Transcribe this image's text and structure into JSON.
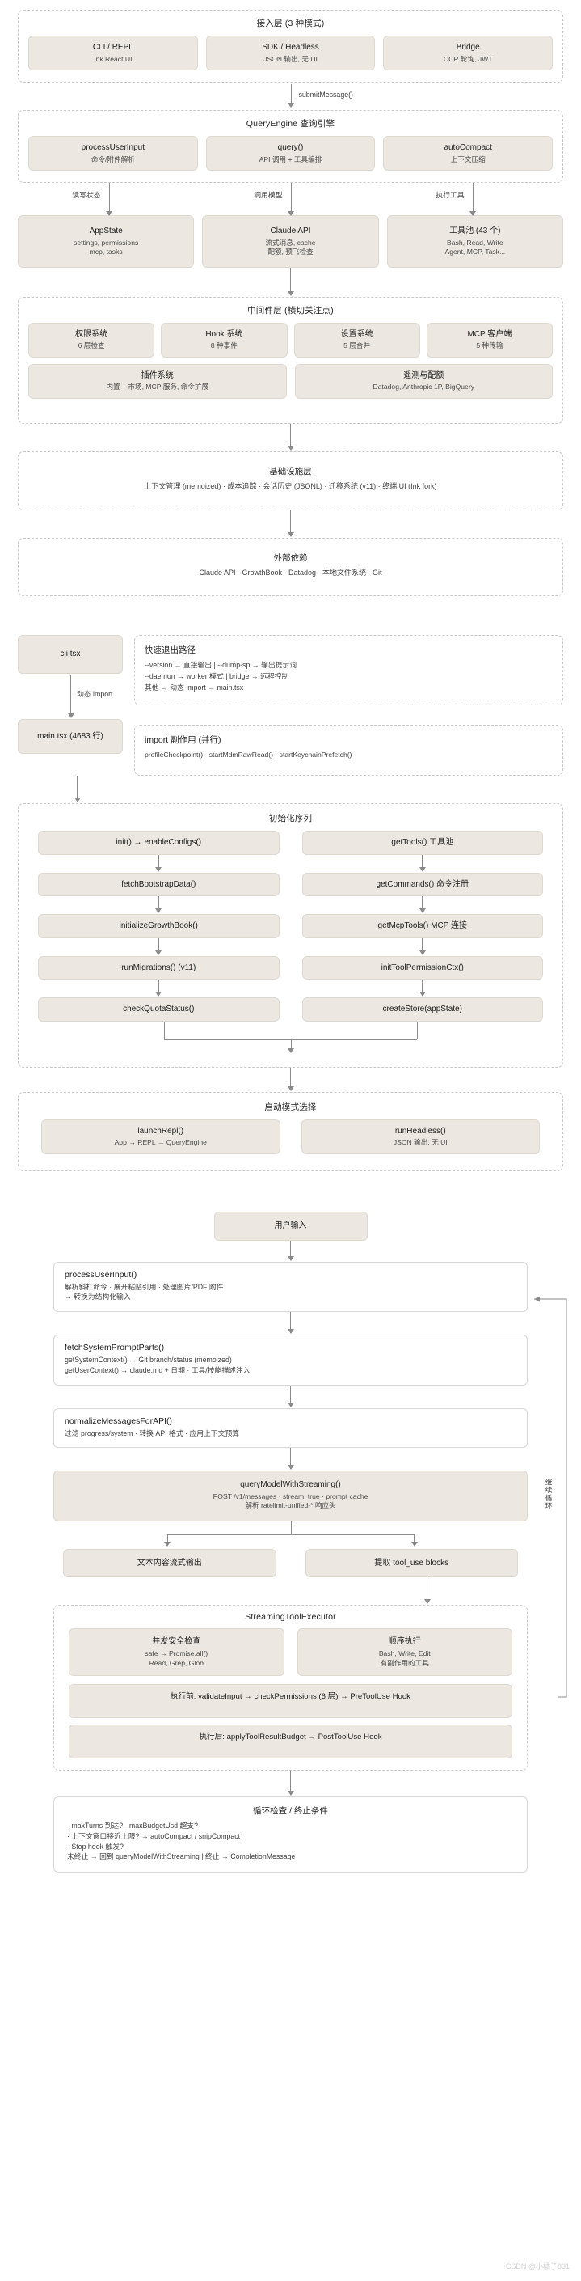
{
  "diagram1": {
    "access_layer": {
      "title": "接入层 (3 种模式)",
      "nodes": [
        {
          "title": "CLI / REPL",
          "sub": "Ink React UI"
        },
        {
          "title": "SDK / Headless",
          "sub": "JSON 输出, 无 UI"
        },
        {
          "title": "Bridge",
          "sub": "CCR 轮询, JWT"
        }
      ]
    },
    "arrow_submit": "submitMessage()",
    "query_engine": {
      "title": "QueryEngine 查询引擎",
      "nodes": [
        {
          "title": "processUserInput",
          "sub": "命令/附件解析"
        },
        {
          "title": "query()",
          "sub": "API 调用 + 工具编排"
        },
        {
          "title": "autoCompact",
          "sub": "上下文压缩"
        }
      ]
    },
    "arrow_labels": [
      "读写状态",
      "调用模型",
      "执行工具"
    ],
    "core_nodes": [
      {
        "title": "AppState",
        "sub": "settings, permissions\nmcp, tasks"
      },
      {
        "title": "Claude API",
        "sub": "流式消息, cache\n配额, 预飞检查"
      },
      {
        "title": "工具池 (43 个)",
        "sub": "Bash, Read, Write\nAgent, MCP, Task..."
      }
    ],
    "middleware": {
      "title": "中间件层 (横切关注点)",
      "row1": [
        {
          "title": "权限系统",
          "sub": "6 层检查"
        },
        {
          "title": "Hook 系统",
          "sub": "8 种事件"
        },
        {
          "title": "设置系统",
          "sub": "5 层合并"
        },
        {
          "title": "MCP 客户端",
          "sub": "5 种传输"
        }
      ],
      "row2": [
        {
          "title": "插件系统",
          "sub": "内置 + 市场, MCP 服务, 命令扩展"
        },
        {
          "title": "遥测与配额",
          "sub": "Datadog, Anthropic 1P, BigQuery"
        }
      ]
    },
    "infra": {
      "title": "基础设施层",
      "sub": "上下文管理 (memoized) · 成本追踪 · 会话历史 (JSONL) · 迁移系统 (v11) · 终端 UI (Ink fork)"
    },
    "external": {
      "title": "外部依赖",
      "sub": "Claude API · GrowthBook · Datadog · 本地文件系统 · Git"
    }
  },
  "diagram2": {
    "cli_node": "cli.tsx",
    "fastpath": {
      "title": "快速退出路径",
      "lines": [
        "--version → 直接输出 | --dump-sp → 输出提示词",
        "--daemon → worker 模式 | bridge → 远程控制",
        "其他 → 动态 import → main.tsx"
      ]
    },
    "dynamic_import_label": "动态 import",
    "main_node": "main.tsx (4683 行)",
    "import_side": {
      "title": "import 副作用 (并行)",
      "lines": [
        "profileCheckpoint() · startMdmRawRead() · startKeychainPrefetch()"
      ]
    },
    "init_sequence": {
      "title": "初始化序列",
      "left": [
        "init() → enableConfigs()",
        "fetchBootstrapData()",
        "initializeGrowthBook()",
        "runMigrations() (v11)",
        "checkQuotaStatus()"
      ],
      "right": [
        "getTools() 工具池",
        "getCommands() 命令注册",
        "getMcpTools() MCP 连接",
        "initToolPermissionCtx()",
        "createStore(appState)"
      ]
    },
    "launch_mode": {
      "title": "启动模式选择",
      "nodes": [
        {
          "title": "launchRepl()",
          "sub": "App → REPL → QueryEngine"
        },
        {
          "title": "runHeadless()",
          "sub": "JSON 输出, 无 UI"
        }
      ]
    }
  },
  "diagram3": {
    "user_input": "用户输入",
    "steps": [
      {
        "title": "processUserInput()",
        "lines": [
          "解析斜杠命令 · 展开粘贴引用 · 处理图片/PDF 附件",
          "→ 转换为结构化输入"
        ]
      },
      {
        "title": "fetchSystemPromptParts()",
        "lines": [
          "getSystemContext() → Git branch/status (memoized)",
          "getUserContext() → claude.md + 日期 · 工具/技能描述注入"
        ]
      },
      {
        "title": "normalizeMessagesForAPI()",
        "lines": [
          "过滤 progress/system · 转换 API 格式 · 应用上下文预算"
        ]
      }
    ],
    "query_model": {
      "title": "queryModelWithStreaming()",
      "lines": [
        "POST /v1/messages · stream: true · prompt cache",
        "解析 ratelimit-unified-* 响应头"
      ]
    },
    "branch_nodes": [
      "文本内容流式输出",
      "提取 tool_use blocks"
    ],
    "executor": {
      "title": "StreamingToolExecutor",
      "row": [
        {
          "title": "并发安全检查",
          "sub": "safe → Promise.all()\nRead, Grep, Glob"
        },
        {
          "title": "顺序执行",
          "sub": "Bash, Write, Edit\n有副作用的工具"
        }
      ],
      "pre": "执行前: validateInput → checkPermissions (6 层) → PreToolUse Hook",
      "post": "执行后: applyToolResultBudget → PostToolUse Hook"
    },
    "loop_check": {
      "title": "循环检查 / 终止条件",
      "lines": [
        "· maxTurns 到达? · maxBudgetUsd 超支?",
        "· 上下文窗口接近上限? → autoCompact / snipCompact",
        "· Stop hook 触发?",
        "未终止 → 回到 queryModelWithStreaming | 终止 → CompletionMessage"
      ]
    },
    "loop_label": "继续循环"
  },
  "watermark": "CSDN @小橘子831"
}
